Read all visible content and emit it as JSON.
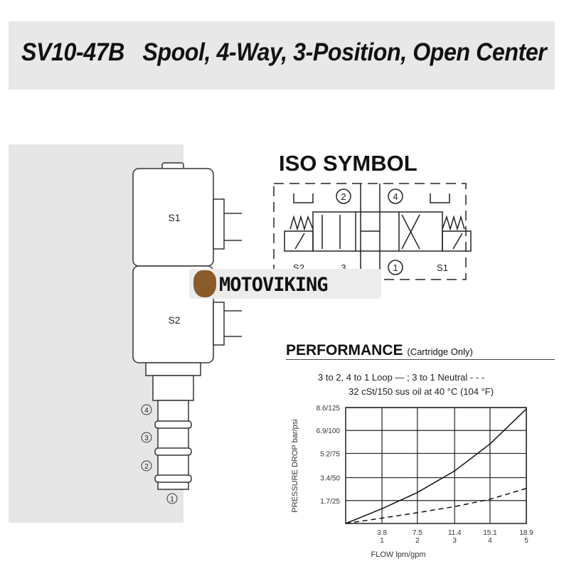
{
  "header": {
    "title": "SV10-47B   Spool, 4-Way, 3-Position, Open Center"
  },
  "valve": {
    "solenoid_1": "S1",
    "solenoid_2": "S2",
    "ports": [
      "4",
      "3",
      "2",
      "1"
    ]
  },
  "iso": {
    "title": "ISO SYMBOL",
    "ports_top": [
      "2",
      "4"
    ],
    "ports_bottom": [
      "3",
      "1"
    ],
    "solenoids": [
      "S2",
      "S1"
    ]
  },
  "watermark": {
    "text": "MOTOVIKING"
  },
  "performance": {
    "heading": "PERFORMANCE",
    "subheading": "(Cartridge Only)"
  },
  "chart_data": {
    "type": "line",
    "title": "3 to 2, 4 to 1 Loop — ; 3 to 1 Neutral - - -",
    "subtitle": "32 cSt/150 sus oil at 40 °C (104 °F)",
    "xlabel": "FLOW lpm/gpm",
    "ylabel": "PRESSURE DROP bar/psi",
    "xlim": [
      0,
      18.9
    ],
    "ylim": [
      0,
      8.6
    ],
    "grid": true,
    "x_ticks": [
      {
        "v": 3.8,
        "l1": "3.8",
        "l2": "1"
      },
      {
        "v": 7.5,
        "l1": "7.5",
        "l2": "2"
      },
      {
        "v": 11.4,
        "l1": "11.4",
        "l2": "3"
      },
      {
        "v": 15.1,
        "l1": "15.1",
        "l2": "4"
      },
      {
        "v": 18.9,
        "l1": "18.9",
        "l2": "5"
      }
    ],
    "y_ticks": [
      {
        "v": 1.7,
        "l": "1.7/25"
      },
      {
        "v": 3.4,
        "l": "3.4/50"
      },
      {
        "v": 5.2,
        "l": "5.2/75"
      },
      {
        "v": 6.9,
        "l": "6.9/100"
      },
      {
        "v": 8.6,
        "l": "8.6/125"
      }
    ],
    "series": [
      {
        "style": "solid",
        "x": [
          0,
          3.8,
          7.5,
          11.4,
          15.1,
          18.9
        ],
        "y": [
          0,
          1.1,
          2.3,
          3.9,
          5.9,
          8.5
        ]
      },
      {
        "style": "dashed",
        "x": [
          0,
          3.8,
          7.5,
          11.4,
          15.1,
          18.9
        ],
        "y": [
          0,
          0.4,
          0.8,
          1.25,
          1.8,
          2.6
        ]
      }
    ]
  }
}
